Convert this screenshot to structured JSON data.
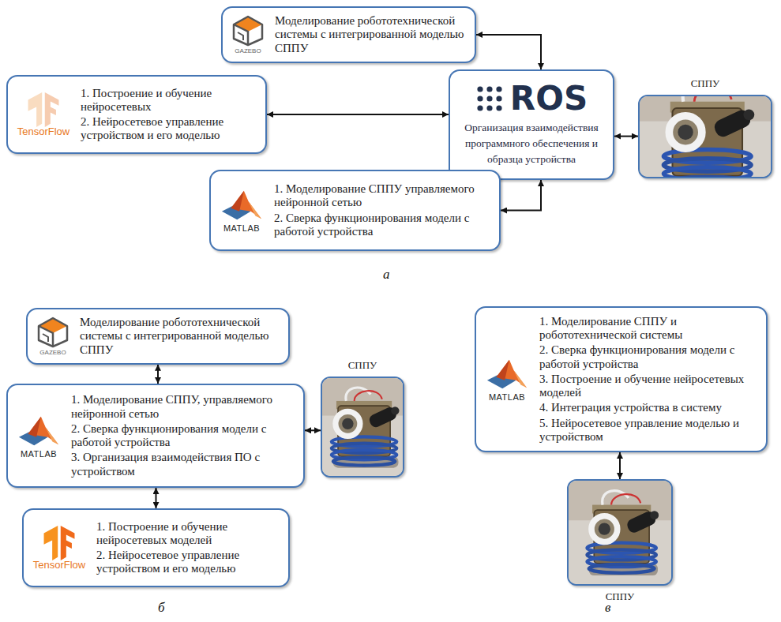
{
  "diagram": {
    "nodes": [
      {
        "text": [
          "GAZEBO",
          "Моделирование робототехнической системы с интегрированной моделью СППУ"
        ]
      },
      {
        "text": [
          "TensorFlow",
          "1. Построение и обучение нейросетевых",
          "2. Нейросетевое управление устройством и его моделью"
        ]
      },
      {
        "text": [
          "ROS",
          "Организация взаимодействия программного обеспечения и образца устройства"
        ]
      },
      {
        "text": [
          "СППУ"
        ]
      },
      {
        "text": [
          "MATLAB",
          "1. Моделирование СППУ управляемого нейронной сетью",
          "2. Сверка функционирования модели с работой устройства"
        ]
      },
      {
        "text": [
          "GAZEBO",
          "Моделирование робототехнической системы с интегрированной моделью СППУ"
        ]
      },
      {
        "text": [
          "MATLAB",
          "1. Моделирование СППУ, управляемого нейронной сетью",
          "2. Сверка функционирования модели с работой устройства",
          "3. Организация взаимодействия ПО с устройством"
        ]
      },
      {
        "text": [
          "СППУ"
        ]
      },
      {
        "text": [
          "TensorFlow",
          "1. Построение и обучение нейросетевых моделей",
          "2. Нейросетевое управление устройством и его моделью"
        ]
      },
      {
        "text": [
          "MATLAB",
          "1. Моделирование СППУ и робототехнической системы",
          "2. Сверка функционирования модели с работой устройства",
          "3. Построение и обучение нейросетевых моделей",
          "4. Интеграция устройства в систему",
          "5. Нейросетевое управление моделью и устройством"
        ]
      },
      {
        "text": [
          "СППУ"
        ]
      }
    ],
    "edges": [
      {
        "from": 0,
        "to": 2,
        "arrow": "both"
      },
      {
        "from": 1,
        "to": 2,
        "arrow": "both"
      },
      {
        "from": 2,
        "to": 3,
        "arrow": "both"
      },
      {
        "from": 4,
        "to": 2,
        "arrow": "both"
      },
      {
        "from": 5,
        "to": 6,
        "arrow": "both"
      },
      {
        "from": 6,
        "to": 7,
        "arrow": "both"
      },
      {
        "from": 6,
        "to": 8,
        "arrow": "both"
      },
      {
        "from": 9,
        "to": 10,
        "arrow": "both"
      }
    ],
    "labels": [
      "а",
      "б",
      "в"
    ]
  }
}
